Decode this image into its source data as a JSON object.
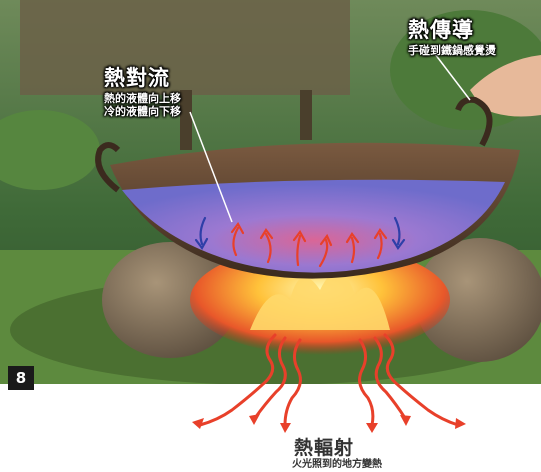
{
  "convection": {
    "title": "熱對流",
    "line1": "熱的液體向上移",
    "line2": "冷的液體向下移"
  },
  "conduction": {
    "title": "熱傳導",
    "desc": "手碰到鐵鍋感覺燙"
  },
  "radiation": {
    "title": "熱輻射",
    "desc": "火光照到的地方變熱"
  },
  "page_number": "8",
  "colors": {
    "hot_arrow": "#e8402a",
    "cold_arrow": "#2e3fa8",
    "water": "#8c7fe0",
    "flame": "#ffb020"
  }
}
